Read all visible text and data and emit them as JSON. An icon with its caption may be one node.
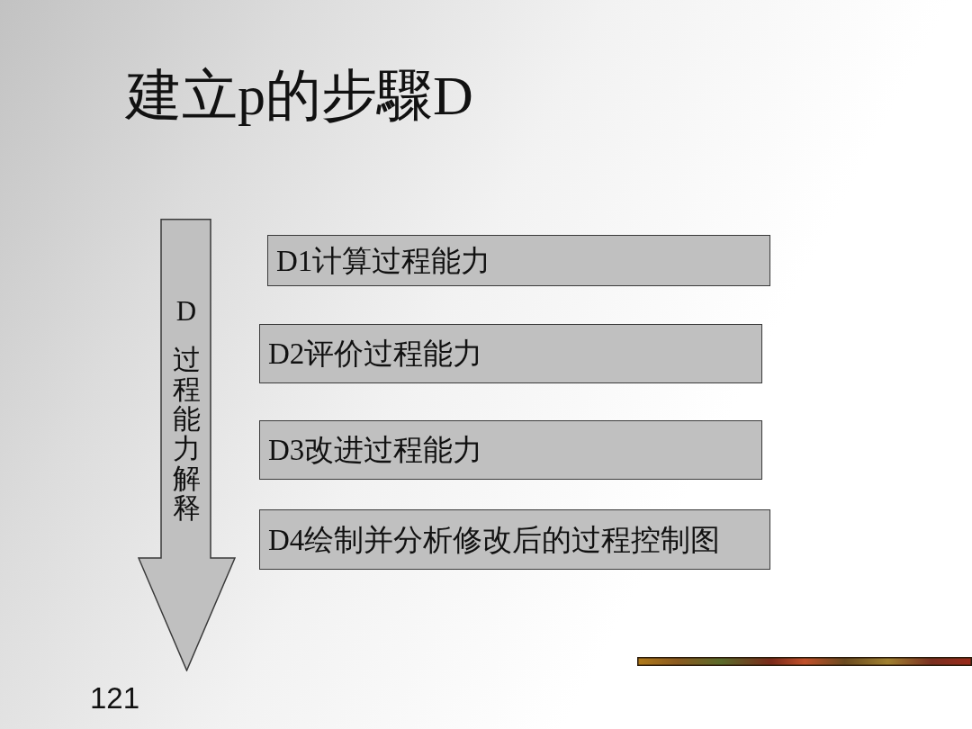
{
  "diagram": {
    "title": "建立p的步驟D",
    "nodes": [
      {
        "text": [
          "D",
          "过程能力解释"
        ]
      },
      {
        "text": [
          "D1计算过程能力"
        ]
      },
      {
        "text": [
          "D2评价过程能力"
        ]
      },
      {
        "text": [
          "D3改进过程能力"
        ]
      },
      {
        "text": [
          "D4绘制并分析修改后的过程控制图"
        ]
      }
    ],
    "labels": [
      "121"
    ]
  }
}
